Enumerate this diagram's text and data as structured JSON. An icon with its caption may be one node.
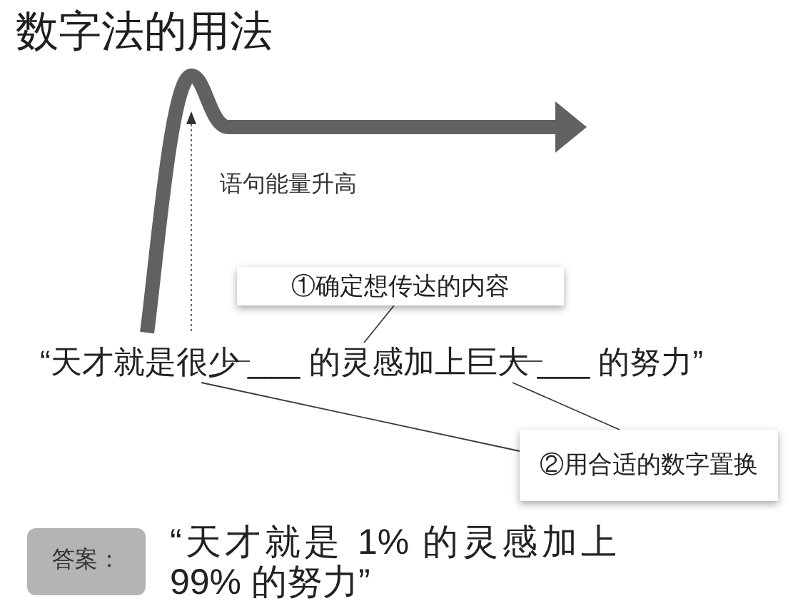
{
  "diagram": {
    "title": "数字法的用法",
    "nodes": [
      {
        "text": [
          "①确定想传达的内容"
        ]
      },
      {
        "text": [
          "“天才就是很少 ___ 的灵感加上巨大 ___ 的努力”"
        ]
      },
      {
        "text": [
          "②用合适的数字置换"
        ]
      },
      {
        "text": [
          "答案："
        ]
      }
    ],
    "edges": [
      {
        "from": 0,
        "to": 1,
        "arrow": "none"
      },
      {
        "from": 2,
        "to": 1,
        "arrow": "none"
      },
      {
        "from": 2,
        "to": 1,
        "arrow": "none"
      }
    ],
    "labels": [
      "语句能量升高",
      "“天才就是 1% 的灵感加上99% 的努力”"
    ]
  }
}
